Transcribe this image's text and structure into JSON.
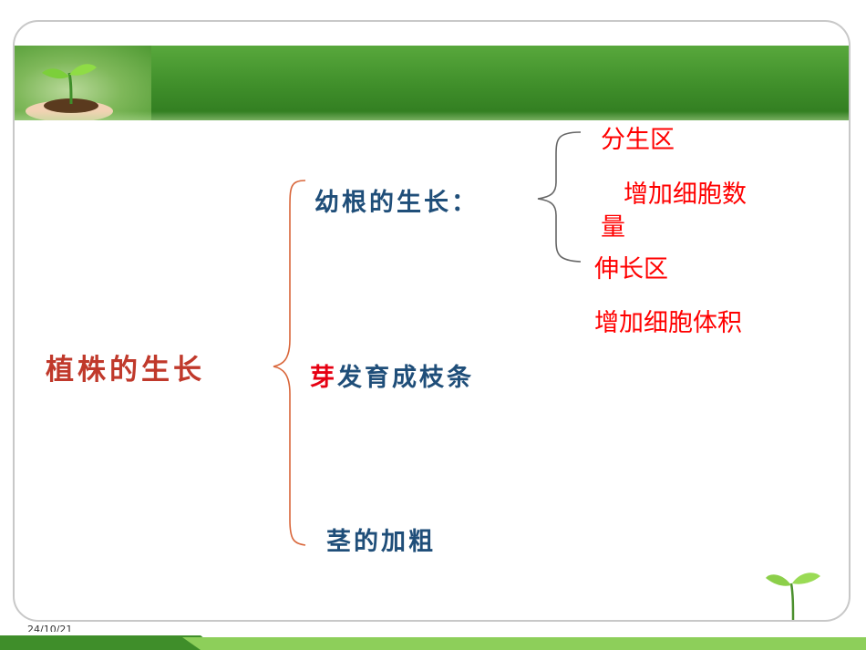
{
  "diagram": {
    "root": "植株的生长",
    "branches": [
      {
        "label": "幼根的生长",
        "suffix": "："
      },
      {
        "label_highlight": "芽",
        "label_rest": "发育成枝条"
      },
      {
        "label": "茎的加粗"
      }
    ],
    "leaves": {
      "zone1": "分生区",
      "zone1_effect_line1": "增加细胞数",
      "zone1_effect_line2": "量",
      "zone2": "伸长区",
      "zone2_effect": "增加细胞体积"
    }
  },
  "footer": {
    "date": "24/10/21"
  },
  "colors": {
    "header": "#3f8e2a",
    "root_text": "#c0392b",
    "branch_text": "#1f4e79",
    "leaf_text": "#ff0000",
    "bracket": "#d9663a"
  }
}
